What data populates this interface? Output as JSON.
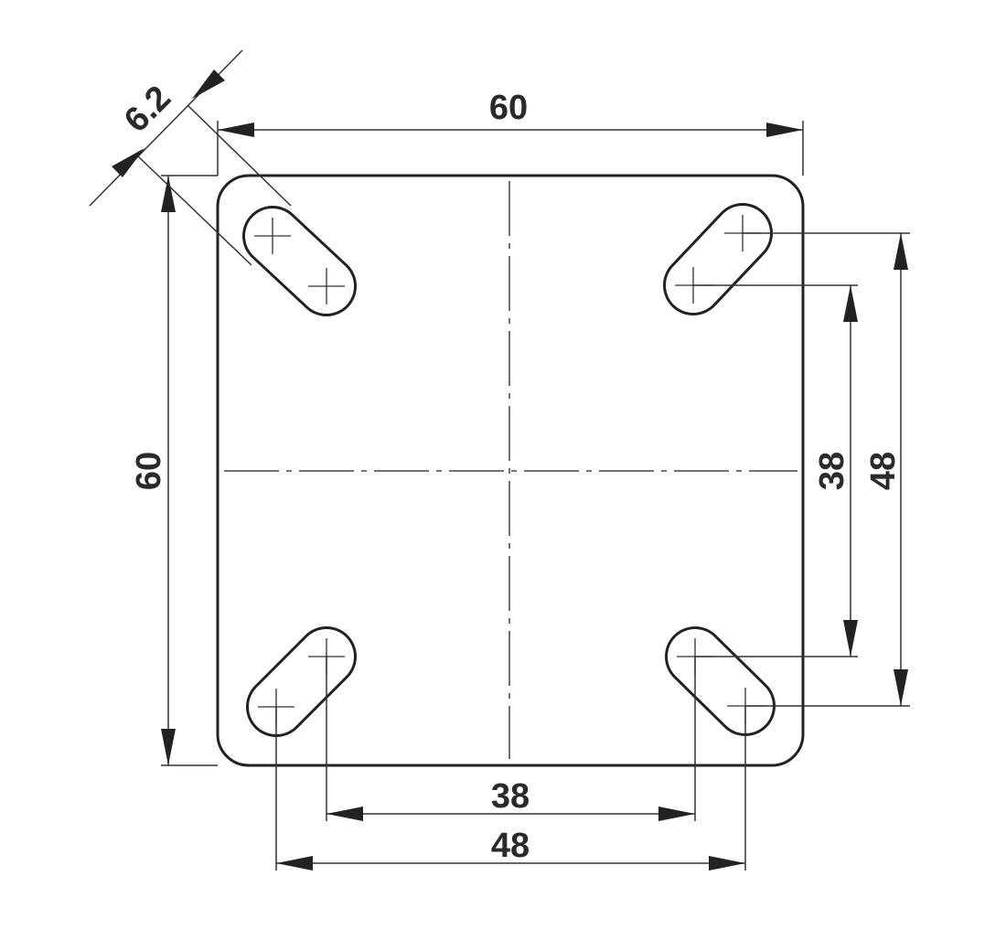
{
  "labels": {
    "overall_width": "60",
    "overall_height": "60",
    "slot_width": "6.2",
    "inner_hole_spacing_h": "38",
    "outer_hole_spacing_h": "48",
    "inner_hole_spacing_v": "38",
    "outer_hole_spacing_v": "48"
  }
}
